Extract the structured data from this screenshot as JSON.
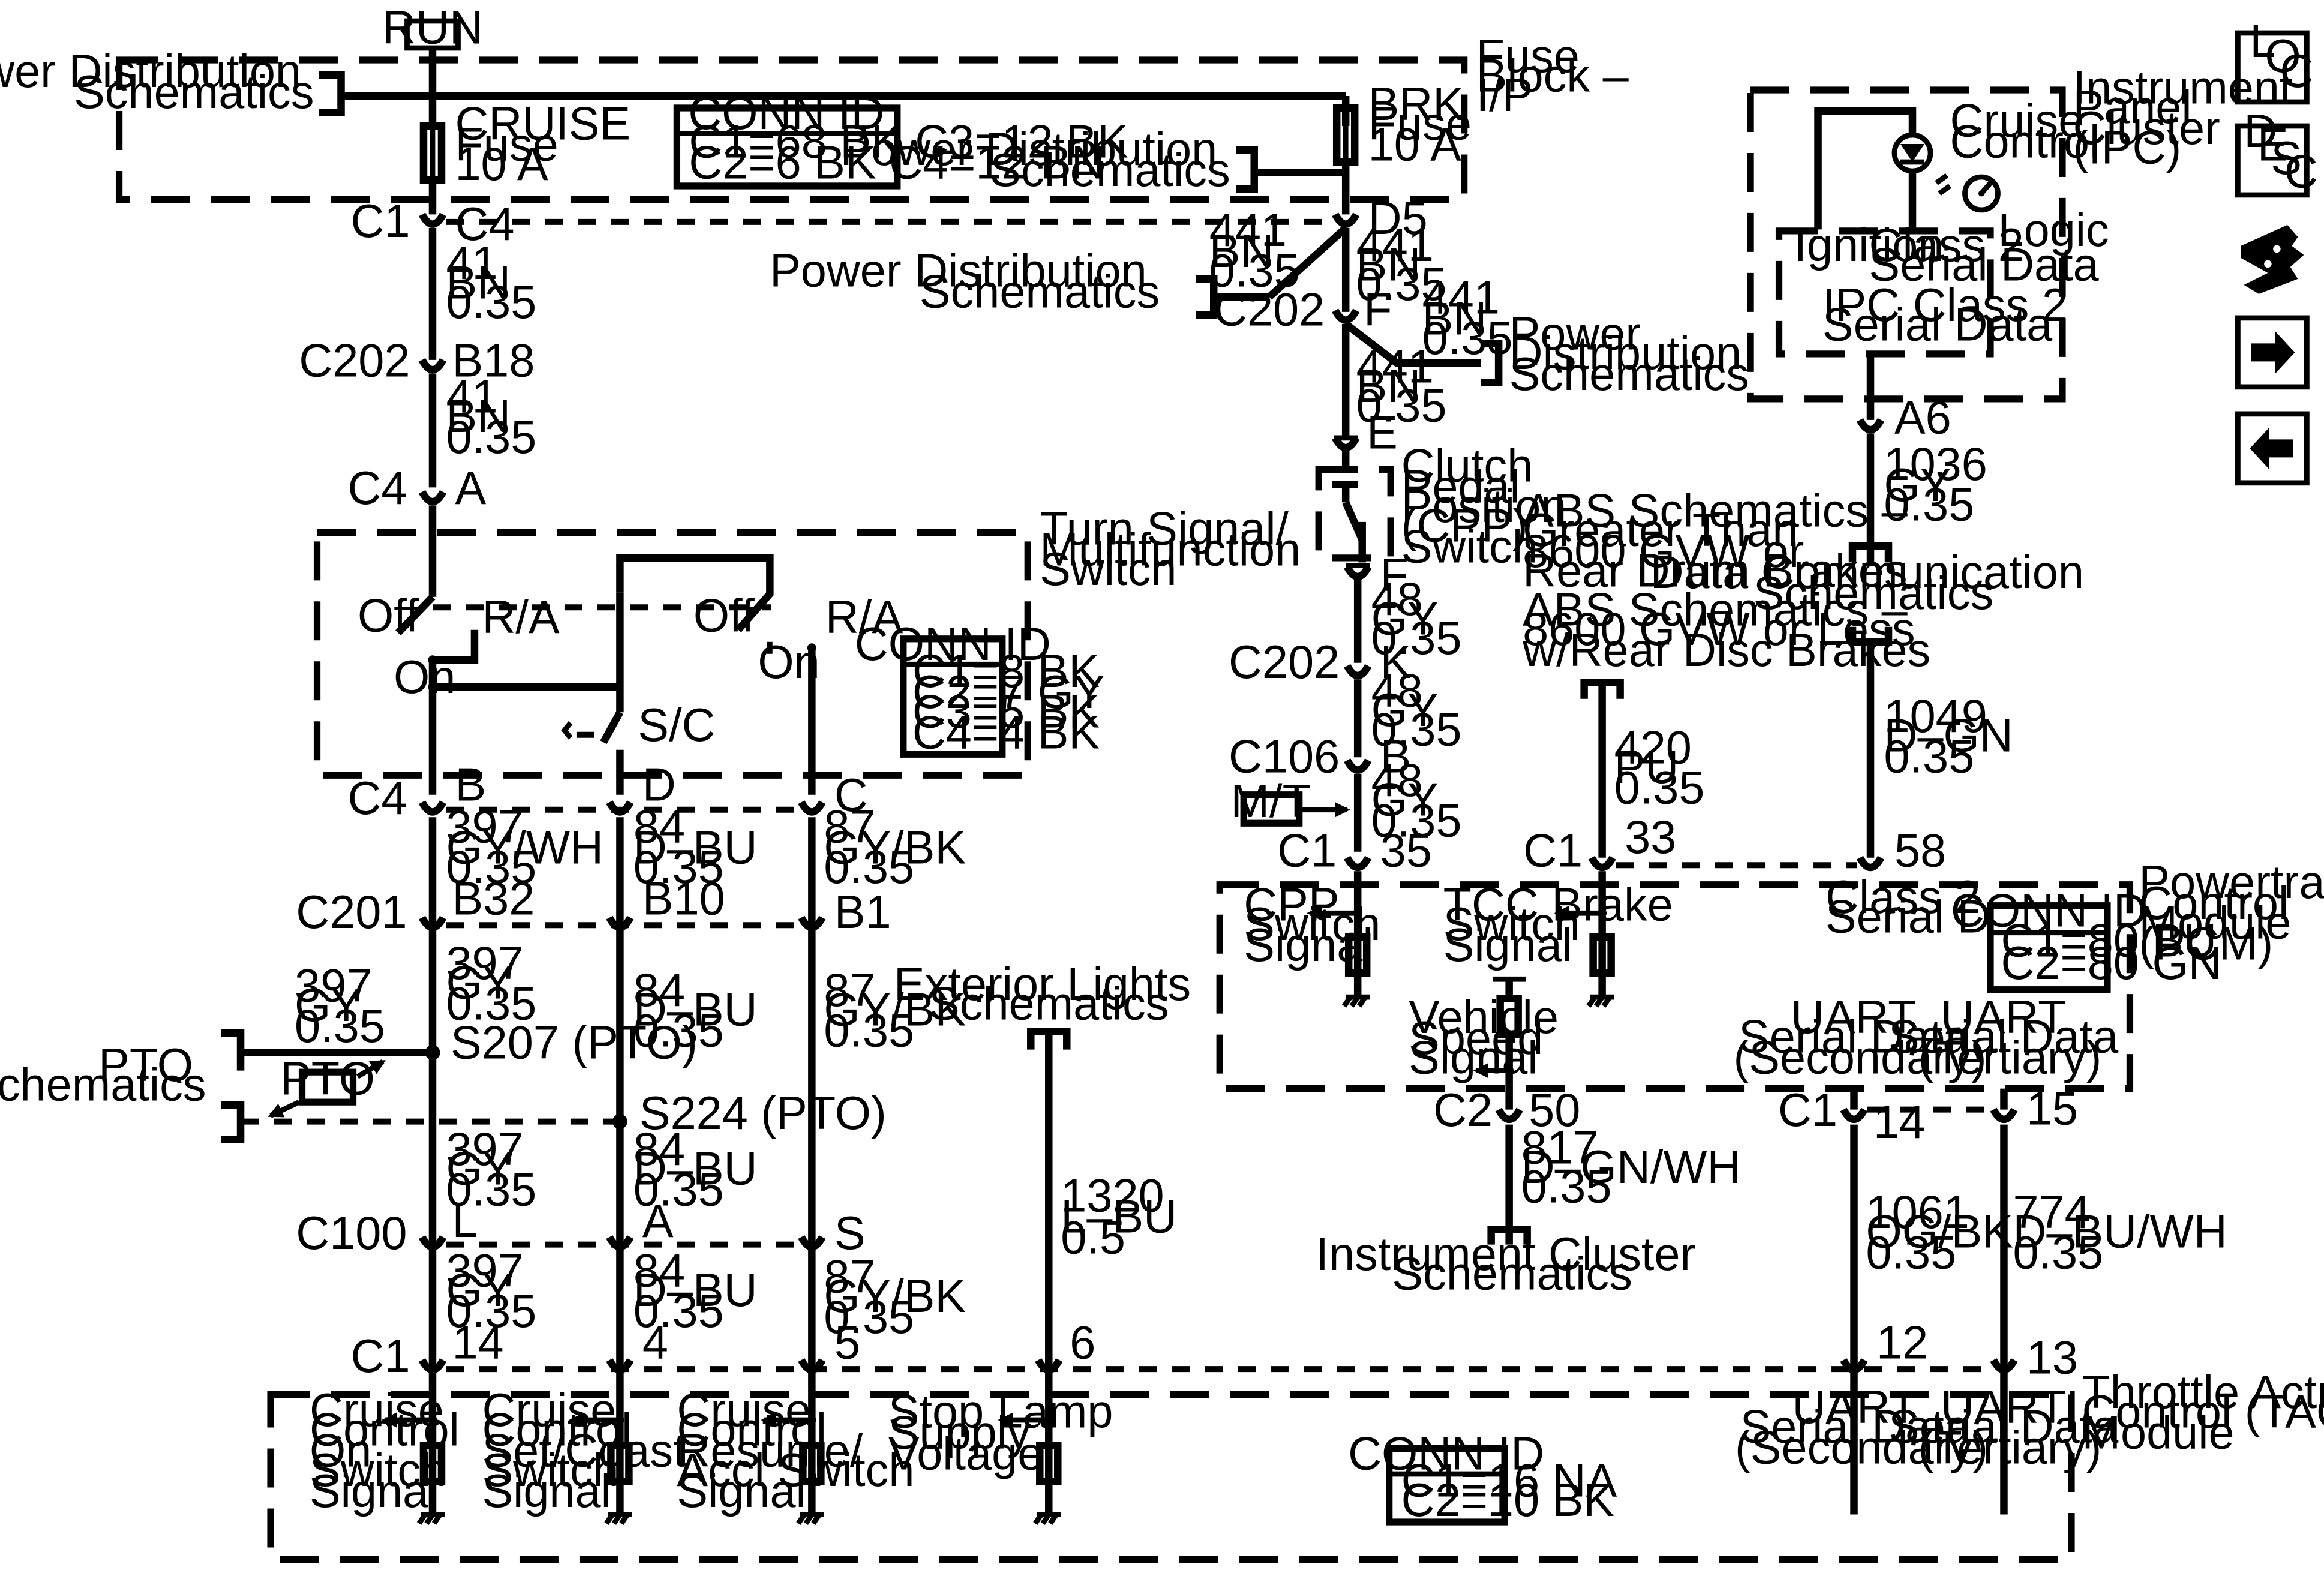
{
  "run_label": "RUN",
  "modules": {
    "fuse_block": [
      "Fuse",
      "Block –",
      "I/P"
    ],
    "turn_signal": [
      "Turn Signal/",
      "Multifunction",
      "Switch"
    ],
    "ipc": [
      "Instrument",
      "Panel",
      "Cluster",
      "(IPC)"
    ],
    "pcm": [
      "Powertrain",
      "Control",
      "Module",
      "(PCM)"
    ],
    "tac": [
      "Throttle Actuator",
      "Control (TAC)",
      "Module"
    ]
  },
  "fuses": {
    "cruise": [
      "CRUISE",
      "Fuse",
      "10 A"
    ],
    "brk": [
      "BRK",
      "Fuse",
      "10 A"
    ]
  },
  "conn_ids": {
    "fuse_block": {
      "title": "CONN ID",
      "rows": [
        "C1=68 BK  C3=12 BK",
        "C2=6 BK    C4=12 BN"
      ]
    },
    "turn_signal": {
      "title": "CONN ID",
      "rows": [
        "C1=8 BK",
        "C2=7 GY",
        "C3=5 BK",
        "C4=4 BK"
      ]
    },
    "pcm": {
      "title": "CONN ID",
      "rows": [
        "C1=80 BU",
        "C2=80 GN"
      ]
    },
    "tac": {
      "title": "CONN ID",
      "rows": [
        "C1=16 NA",
        "C2=10 BK"
      ]
    }
  },
  "refs": {
    "pd1": [
      "Power Distribution",
      "Schematics"
    ],
    "pd2": [
      "Power Distribution",
      "Schematics"
    ],
    "pd3": [
      "Power Distribution",
      "Schematics"
    ],
    "pd4": [
      "Power",
      "Distribution",
      "Schematics"
    ],
    "pto": [
      "PTO",
      "Schematics"
    ],
    "ext_lights": [
      "Exterior Lights",
      "Schematics"
    ],
    "abs1": [
      "ABS Schematics –",
      "Greater Than",
      "8600 GVW or",
      "Rear Drum Brakes"
    ],
    "abs2": [
      "ABS Schematics –",
      "8600 GVW or Less",
      "w/Rear Disc Brakes"
    ],
    "data_comm": [
      "Data Communication",
      "Schematics"
    ],
    "inst_cluster": [
      "Instrument Cluster",
      "Schematics"
    ]
  },
  "wires": {
    "w41a": [
      "41",
      "BN",
      "0.35"
    ],
    "w41b": [
      "41",
      "BN",
      "0.35"
    ],
    "w441a": [
      "441",
      "BN",
      "0.35"
    ],
    "w441b": [
      "441",
      "BN",
      "0.35"
    ],
    "w441c": [
      "441",
      "BN",
      "0.35"
    ],
    "w441d": [
      "441",
      "BN",
      "0.35"
    ],
    "w48a": [
      "48",
      "GY",
      "0.35"
    ],
    "w48b": [
      "48",
      "GY",
      "0.35"
    ],
    "w48c": [
      "48",
      "GY",
      "0.35"
    ],
    "w397a": [
      "397",
      "GY/WH",
      "0.35"
    ],
    "w397b": [
      "397",
      "GY",
      "0.35"
    ],
    "w397c": [
      "397",
      "GY",
      "0.35"
    ],
    "w397d": [
      "397",
      "GY",
      "0.35"
    ],
    "w397e": [
      "397",
      "GY",
      "0.35"
    ],
    "w84a": [
      "84",
      "D–BU",
      "0.35"
    ],
    "w84b": [
      "84",
      "D–BU",
      "0.35"
    ],
    "w84c": [
      "84",
      "D–BU",
      "0.35"
    ],
    "w84d": [
      "84",
      "D–BU",
      "0.35"
    ],
    "w87a": [
      "87",
      "GY/BK",
      "0.35"
    ],
    "w87b": [
      "87",
      "GY/BK",
      "0.35"
    ],
    "w87c": [
      "87",
      "GY/BK",
      "0.35"
    ],
    "w1320": [
      "1320",
      "L–BU",
      "0.5"
    ],
    "w420": [
      "420",
      "PU",
      "0.35"
    ],
    "w1036": [
      "1036",
      "GY",
      "0.35"
    ],
    "w1049": [
      "1049",
      "D–GN",
      "0.35"
    ],
    "w817": [
      "817",
      "D–GN/WH",
      "0.35"
    ],
    "w1061": [
      "1061",
      "OG/BK",
      "0.35"
    ],
    "w774": [
      "774",
      "D–BU/WH",
      "0.35"
    ]
  },
  "connectors": {
    "c1": "C1",
    "c4": "C4",
    "d5": "D5",
    "c202": "C202",
    "b18": "B18",
    "a": "A",
    "f": "F",
    "e": "E",
    "k": "K",
    "c106": "C106",
    "b": "B",
    "n35": "35",
    "n33": "33",
    "n58": "58",
    "a6": "A6",
    "d": "D",
    "c": "C",
    "c201": "C201",
    "b32": "B32",
    "b10": "B10",
    "b1": "B1",
    "c100": "C100",
    "l": "L",
    "s": "S",
    "n14": "14",
    "n4": "4",
    "n5": "5",
    "n6": "6",
    "n12": "12",
    "n13": "13",
    "c2": "C2",
    "n50": "50",
    "n15": "15"
  },
  "switch": {
    "off": "Off",
    "ra": "R/A",
    "on": "On",
    "sc": "S/C"
  },
  "splices": {
    "s207": "S207 (PTO)",
    "s224": "S224 (PTO)",
    "pto_tag": "PTO",
    "mt_tag": "M/T"
  },
  "cpp_switch": [
    "Clutch",
    "Pedal",
    "Position",
    "(CPP)",
    "Switch"
  ],
  "ipc_text": {
    "cruise_control": [
      "Cruise",
      "Control"
    ],
    "logic": "Logic",
    "ignition": "Ignition",
    "class2": [
      "Class 2",
      "Serial Data"
    ],
    "ipc_class2": [
      "IPC Class 2",
      "Serial Data"
    ]
  },
  "pcm_signals": {
    "cpp": [
      "CPP",
      "Switch",
      "Signal"
    ],
    "tcc": [
      "TCC Brake",
      "Switch",
      "Signal"
    ],
    "class2": [
      "Class 2",
      "Serial Data"
    ],
    "vss": [
      "Vehicle",
      "Speed",
      "Signal"
    ],
    "uart_sec": [
      "UART",
      "Serial Data",
      "(Secondary)"
    ],
    "uart_ter": [
      "UART",
      "Serial Data",
      "(Tertiary)"
    ]
  },
  "tac_signals": {
    "cruise_on": [
      "Cruise",
      "Control",
      "On",
      "Switch",
      "Signal"
    ],
    "cruise_set": [
      "Cruise",
      "Control",
      "Set/Coast",
      "Switch",
      "Signal"
    ],
    "cruise_res": [
      "Cruise",
      "Control",
      "Resume/",
      "Accl Switch",
      "Signal"
    ],
    "stop_lamp": [
      "Stop Lamp",
      "Supply",
      "Voltage"
    ],
    "uart_sec": [
      "UART",
      "Serial Data",
      "(Secondary)"
    ],
    "uart_ter": [
      "UART",
      "Serial Data",
      "(Tertiary)"
    ]
  },
  "nav_buttons": {
    "loc": [
      "L",
      "O",
      "C"
    ],
    "desc": [
      "D",
      "E",
      "S",
      "C"
    ]
  }
}
